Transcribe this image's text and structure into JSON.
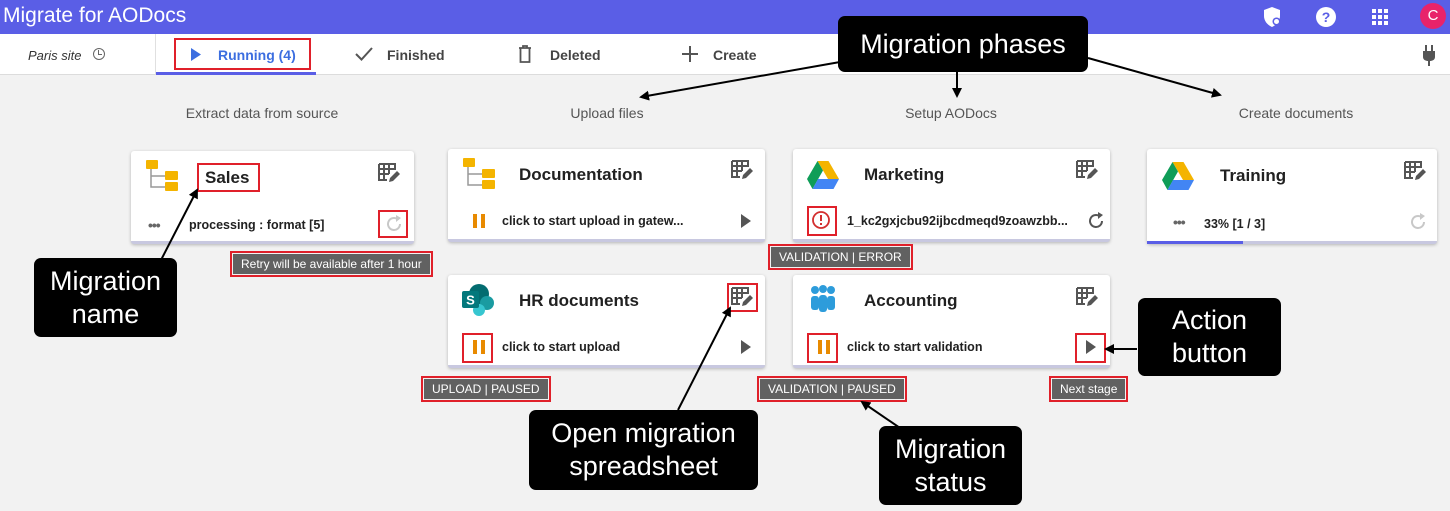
{
  "header": {
    "title": "Migrate for AODocs",
    "avatar_letter": "C"
  },
  "tabs": {
    "site": "Paris site",
    "running": "Running (4)",
    "finished": "Finished",
    "deleted": "Deleted",
    "create": "Create"
  },
  "columns": [
    "Extract data from source",
    "Upload files",
    "Setup AODocs",
    "Create documents"
  ],
  "cards": {
    "sales": {
      "name": "Sales",
      "status": "processing : format [5]"
    },
    "documentation": {
      "name": "Documentation",
      "status": "click to start upload in gatew..."
    },
    "marketing": {
      "name": "Marketing",
      "status": "1_kc2gxjcbu92ijbcdmeqd9zoawzbb..."
    },
    "training": {
      "name": "Training",
      "status": "33% [1 / 3]",
      "progress": 0.33
    },
    "hr": {
      "name": "HR documents",
      "status": "click to start upload"
    },
    "accounting": {
      "name": "Accounting",
      "status": "click to start validation"
    }
  },
  "tooltips": {
    "retry": "Retry will be available after 1 hour",
    "validation_error": "VALIDATION | ERROR",
    "upload_paused": "UPLOAD | PAUSED",
    "validation_paused": "VALIDATION | PAUSED",
    "next_stage": "Next stage"
  },
  "callouts": {
    "phases": "Migration phases",
    "name_line1": "Migration",
    "name_line2": "name",
    "spreadsheet_line1": "Open migration",
    "spreadsheet_line2": "spreadsheet",
    "status_line1": "Migration",
    "status_line2": "status",
    "action_line1": "Action",
    "action_line2": "button"
  },
  "colors": {
    "appbar": "#5a5ee6",
    "accent": "#3c6ee0",
    "pause": "#e88a00",
    "error": "#e0202a",
    "annotation": "#000000"
  }
}
